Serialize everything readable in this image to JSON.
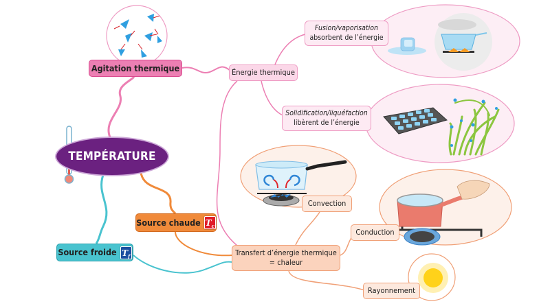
{
  "title": "TEMPÉRATURE",
  "nodes": {
    "agitation": "Agitation thermique",
    "energie": "Énergie thermique",
    "fusion": {
      "line1": "Fusion/vaporisation",
      "line2": "absorbent de l’énergie"
    },
    "solidification": {
      "line1": "Solidification/liquéfaction",
      "line2": "libèrent de l’énergie"
    },
    "source_chaude": {
      "label": "Source chaude",
      "badge": "T",
      "badge_sub": "c"
    },
    "source_froide": {
      "label": "Source froide",
      "badge": "T",
      "badge_sub": "f"
    },
    "transfert": {
      "line1": "Transfert d’énergie thermique",
      "line2": "= chaleur"
    },
    "convection": "Convection",
    "conduction": "Conduction",
    "rayonnement": "Rayonnement"
  },
  "illustrations": {
    "molecules": "agitated-molecules-icon",
    "fusion": [
      "melting-ice-cube-icon",
      "boiling-pot-icon"
    ],
    "solidification": [
      "ice-cube-tray-icon",
      "grass-dew-icon"
    ],
    "convection": "convection-saucepan-icon",
    "conduction": "hot-handle-saucepan-icon",
    "rayonnement": "sun-icon"
  },
  "colors": {
    "purple": "#6b2180",
    "pink": "#ec7fb3",
    "light_pink": "#fbd7e8",
    "orange": "#f08a3a",
    "peach": "#fbd3bd",
    "teal": "#49c3cf",
    "hot_red": "#e01c28",
    "cold_blue": "#1c4fa0"
  }
}
